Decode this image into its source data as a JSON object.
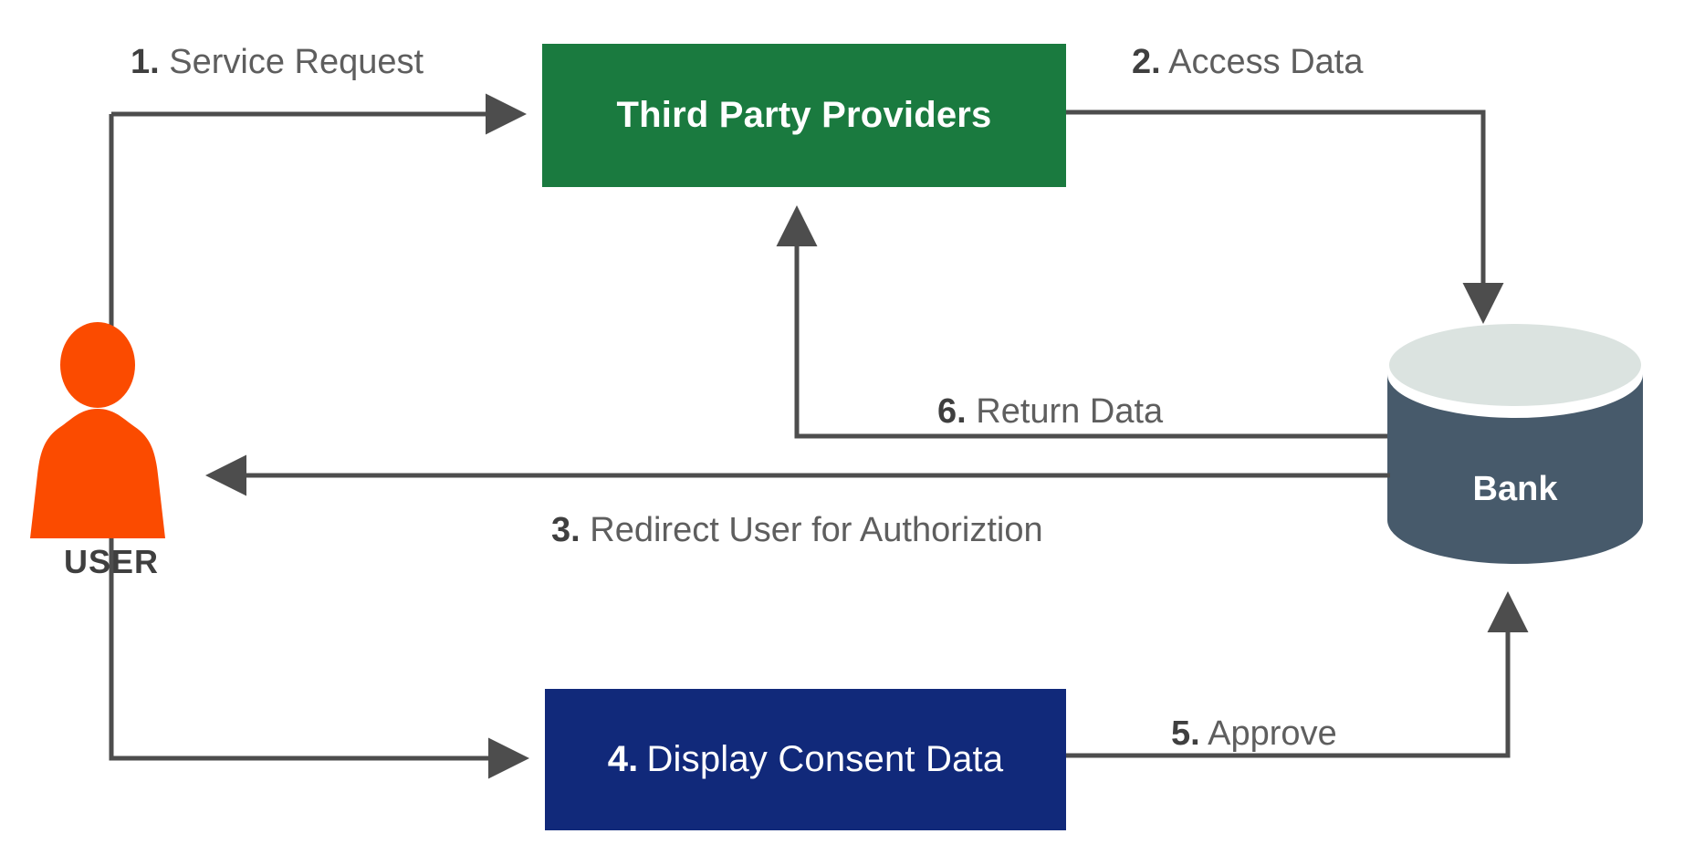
{
  "diagram": {
    "title": "Open Banking Consent Flow",
    "background": "#ffffff",
    "colors": {
      "third_party_box": "#1a7a3f",
      "consent_box": "#11297a",
      "bank_body": "#475a6b",
      "bank_top": "#dbe3e0",
      "user_icon": "#fb4b00",
      "connector": "#4d4d4d",
      "label_text": "#5e5e5e",
      "step_number_text": "#3f3f3f"
    }
  },
  "nodes": {
    "user": {
      "label": "USER",
      "icon": "user-person-icon",
      "color": "#fb4b00"
    },
    "third_party": {
      "label": "Third Party Providers",
      "color": "#1a7a3f"
    },
    "consent": {
      "step": "4.",
      "label": "Display Consent Data",
      "full_label": "4. Display Consent Data",
      "color": "#11297a"
    },
    "bank": {
      "label": "Bank",
      "shape": "cylinder-database",
      "color": "#475a6b"
    }
  },
  "edges": [
    {
      "id": "edge-1",
      "step": "1.",
      "label": " Service Request",
      "full_label": "1. Service Request",
      "from": "user",
      "to": "third_party",
      "arrow": "right"
    },
    {
      "id": "edge-2",
      "step": "2.",
      "label": " Access Data",
      "full_label": "2. Access Data",
      "from": "third_party",
      "to": "bank",
      "arrow": "down"
    },
    {
      "id": "edge-3",
      "step": "3.",
      "label": " Redirect User for Authoriztion",
      "full_label": "3. Redirect User for Authoriztion",
      "from": "bank",
      "to": "user",
      "arrow": "left"
    },
    {
      "id": "edge-5",
      "step": "5.",
      "label": " Approve",
      "full_label": "5. Approve",
      "from": "consent",
      "to": "bank",
      "arrow": "up"
    },
    {
      "id": "edge-6",
      "step": "6.",
      "label": " Return Data",
      "full_label": "6. Return Data",
      "from": "bank",
      "to": "third_party",
      "arrow": "up"
    }
  ]
}
